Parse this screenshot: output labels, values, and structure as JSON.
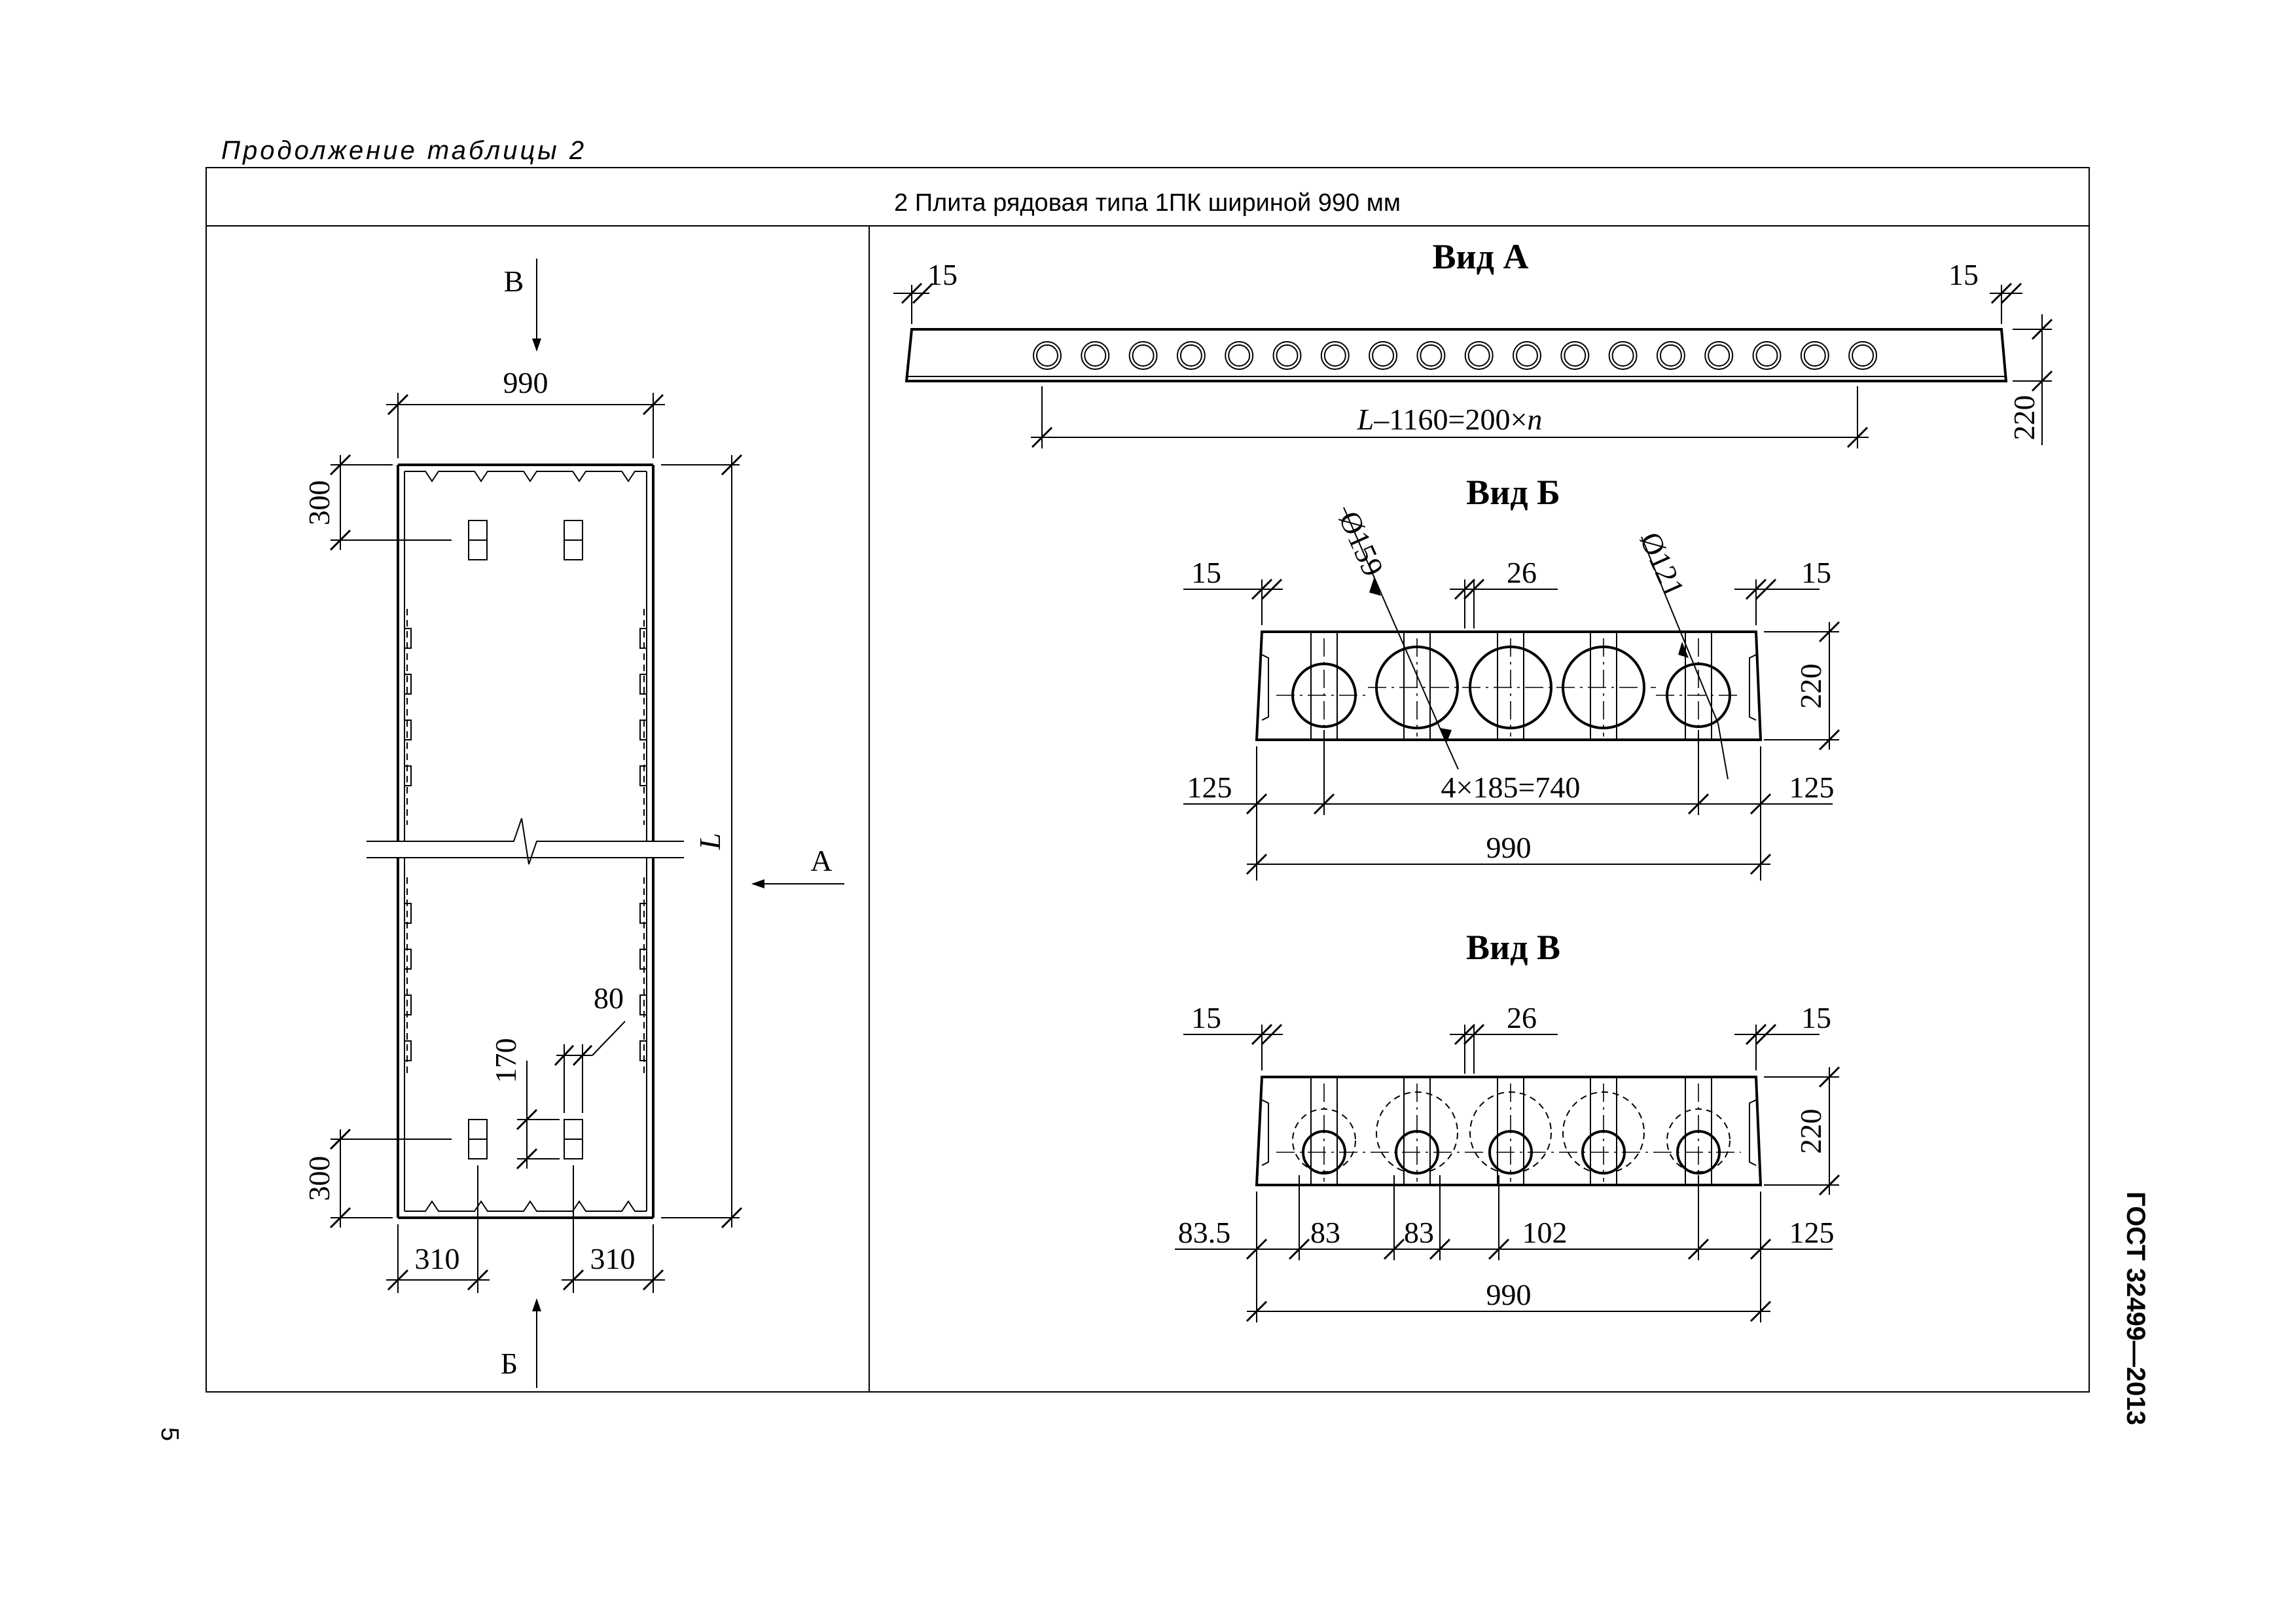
{
  "header": {
    "continuation": "Продолжение таблицы 2",
    "table_title": "2 Плита рядовая типа 1ПК шириной 990 мм"
  },
  "side": {
    "standard": "ГОСТ 32499—2013",
    "page_number": "5"
  },
  "plan": {
    "arrow_top": "В",
    "arrow_bottom": "Б",
    "arrow_side": "А",
    "width": "990",
    "length": "L",
    "end_zone_top": "300",
    "end_zone_bottom": "300",
    "loop_offset_left": "310",
    "loop_offset_right": "310",
    "loop_height": "170",
    "loop_width": "80"
  },
  "view_a": {
    "title": "Вид А",
    "left_chamfer": "15",
    "right_chamfer": "15",
    "height": "220",
    "span": "L",
    "span_formula": "–1160=200×",
    "span_n": "n"
  },
  "view_b": {
    "title": "Вид Б",
    "left_chamfer": "15",
    "right_chamfer": "15",
    "rib": "26",
    "dia_large": "Ø159",
    "dia_small": "Ø121",
    "height": "220",
    "edge_left": "125",
    "edge_right": "125",
    "pitch": "4×185=740",
    "width": "990"
  },
  "view_v": {
    "title": "Вид В",
    "left_chamfer": "15",
    "right_chamfer": "15",
    "rib": "26",
    "height": "220",
    "d1": "83.5",
    "d2": "83",
    "d3": "83",
    "d4": "102",
    "d5": "125",
    "width": "990"
  }
}
